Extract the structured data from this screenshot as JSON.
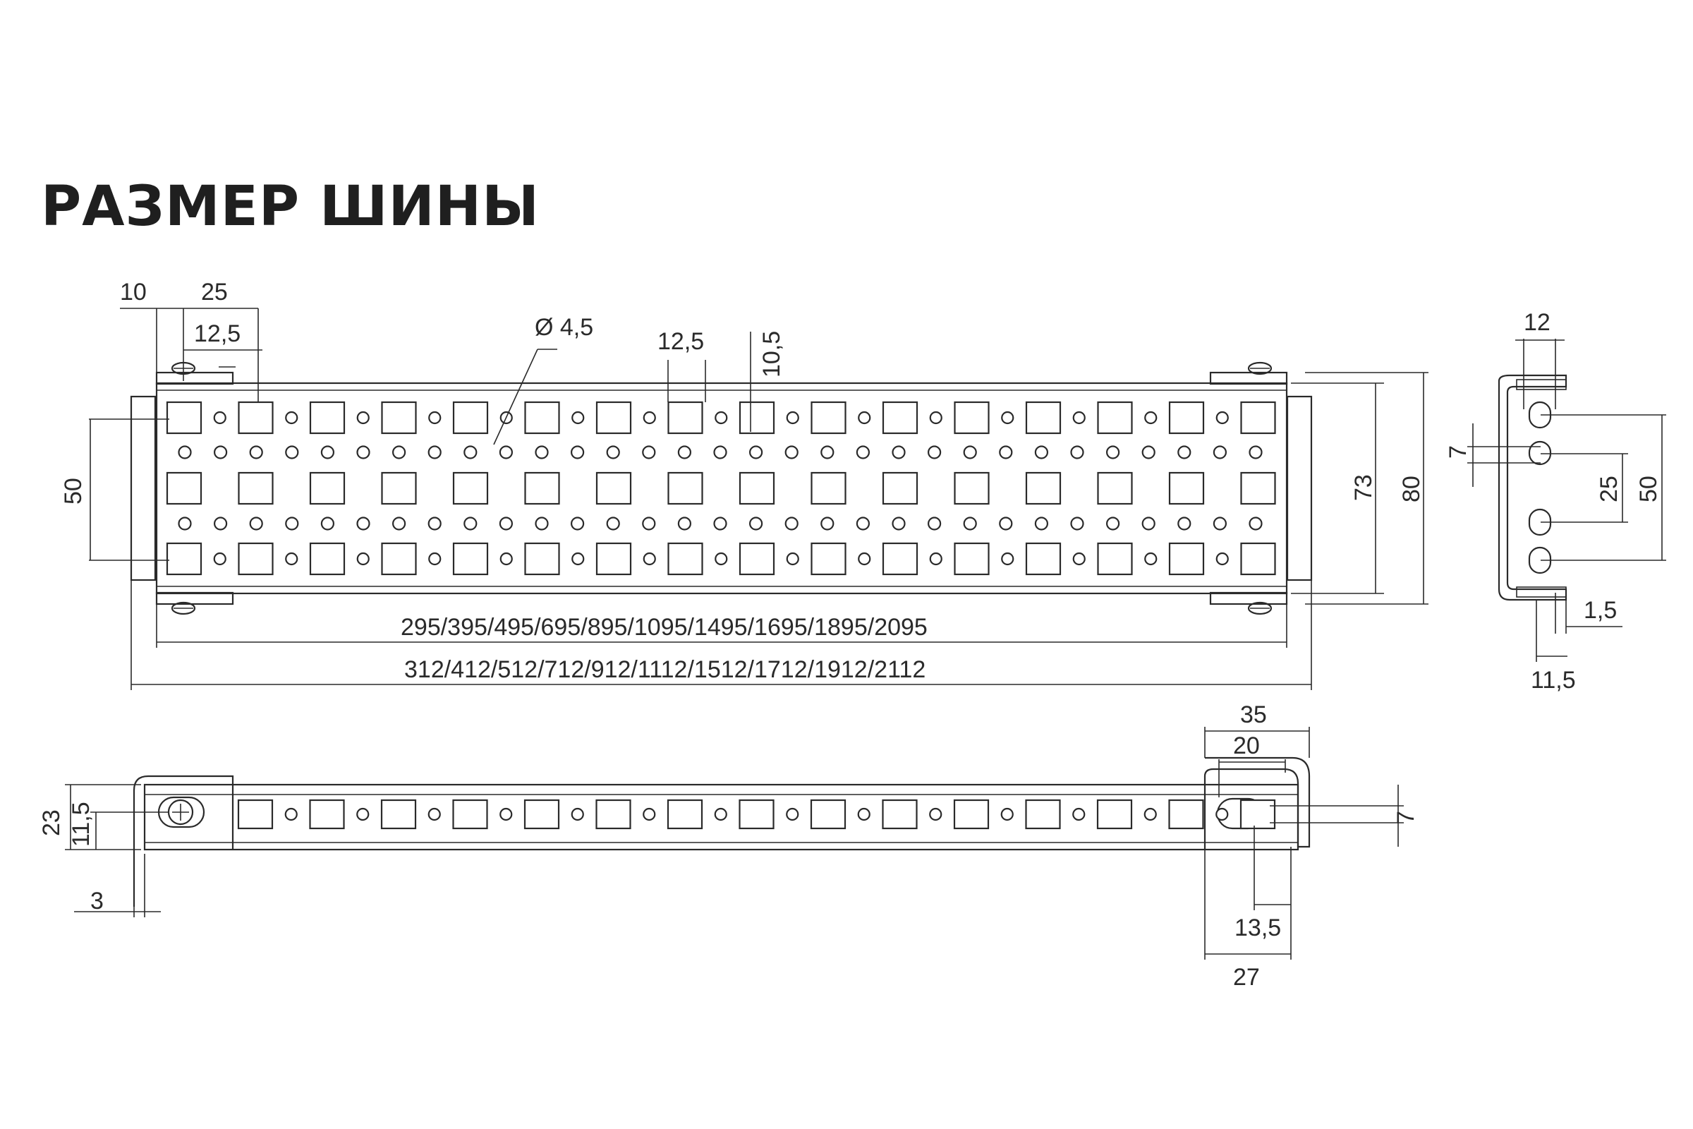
{
  "title": "РАЗМЕР ШИНЫ",
  "dimensions": {
    "top_10": "10",
    "top_25": "25",
    "top_12_5": "12,5",
    "hole_dia": "Ø 4,5",
    "mid_12_5": "12,5",
    "mid_10_5": "10,5",
    "left_50": "50",
    "right_73": "73",
    "right_80": "80",
    "len_inner": "295/395/495/695/895/1095/1495/1695/1895/2095",
    "len_outer": "312/412/512/712/912/1112/1512/1712/1912/2112",
    "side_12": "12",
    "side_7": "7",
    "side_25": "25",
    "side_50": "50",
    "side_1_5": "1,5",
    "side_11_5": "11,5",
    "bot_23": "23",
    "bot_11_5": "11,5",
    "bot_3": "3",
    "bot_35": "35",
    "bot_20": "20",
    "bot_7": "7",
    "bot_13_5": "13,5",
    "bot_27": "27"
  }
}
